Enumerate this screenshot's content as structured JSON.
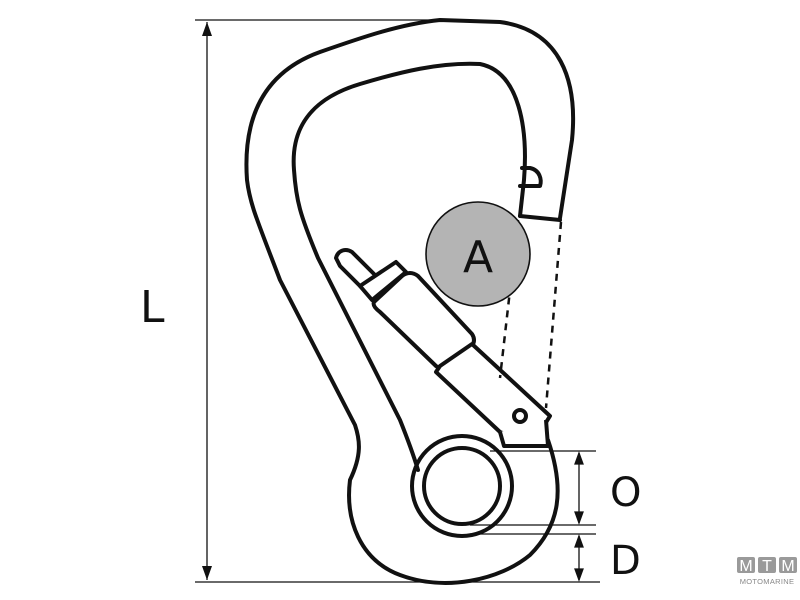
{
  "diagram": {
    "subject": "carabiner",
    "labels": {
      "length": "L",
      "detail": "A",
      "eye_opening": "O",
      "material_diameter": "D"
    },
    "colors": {
      "stroke": "#111111",
      "detail_fill": "#b4b4b4",
      "background": "#ffffff"
    }
  },
  "logo": {
    "letters": [
      "M",
      "T",
      "M"
    ],
    "subtitle": "MOTOMARINE",
    "color": "#9a9a9a"
  }
}
